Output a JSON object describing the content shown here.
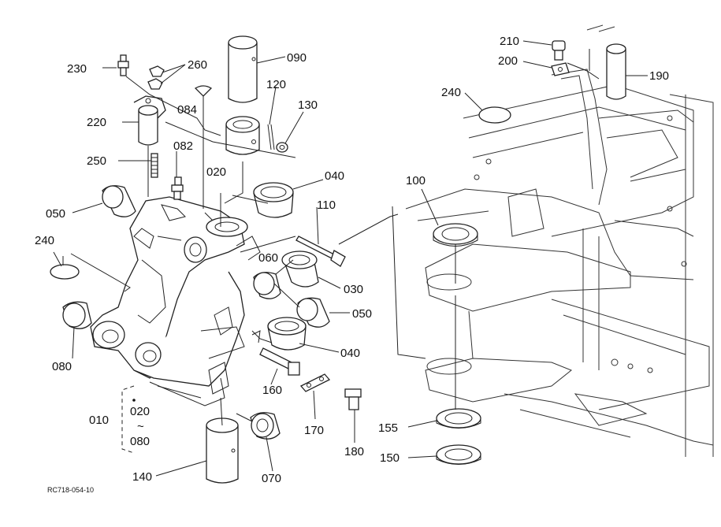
{
  "diagram": {
    "code": "RC718-054-10",
    "callouts": {
      "c230": "230",
      "c260": "260",
      "c090": "090",
      "c120": "120",
      "c130": "130",
      "c084": "084",
      "c220": "220",
      "c082": "082",
      "c250": "250",
      "c020": "020",
      "c040a": "040",
      "c050a": "050",
      "c110": "110",
      "c240a": "240",
      "c060": "060",
      "c030": "030",
      "c050b": "050",
      "c080": "080",
      "c040b": "040",
      "c160": "160",
      "c010": "010",
      "c010from": "020",
      "c010tilde": "~",
      "c010to": "080",
      "c170": "170",
      "c180": "180",
      "c140": "140",
      "c070": "070",
      "c210": "210",
      "c200": "200",
      "c190": "190",
      "c240b": "240",
      "c100": "100",
      "c155": "155",
      "c150": "150"
    }
  }
}
